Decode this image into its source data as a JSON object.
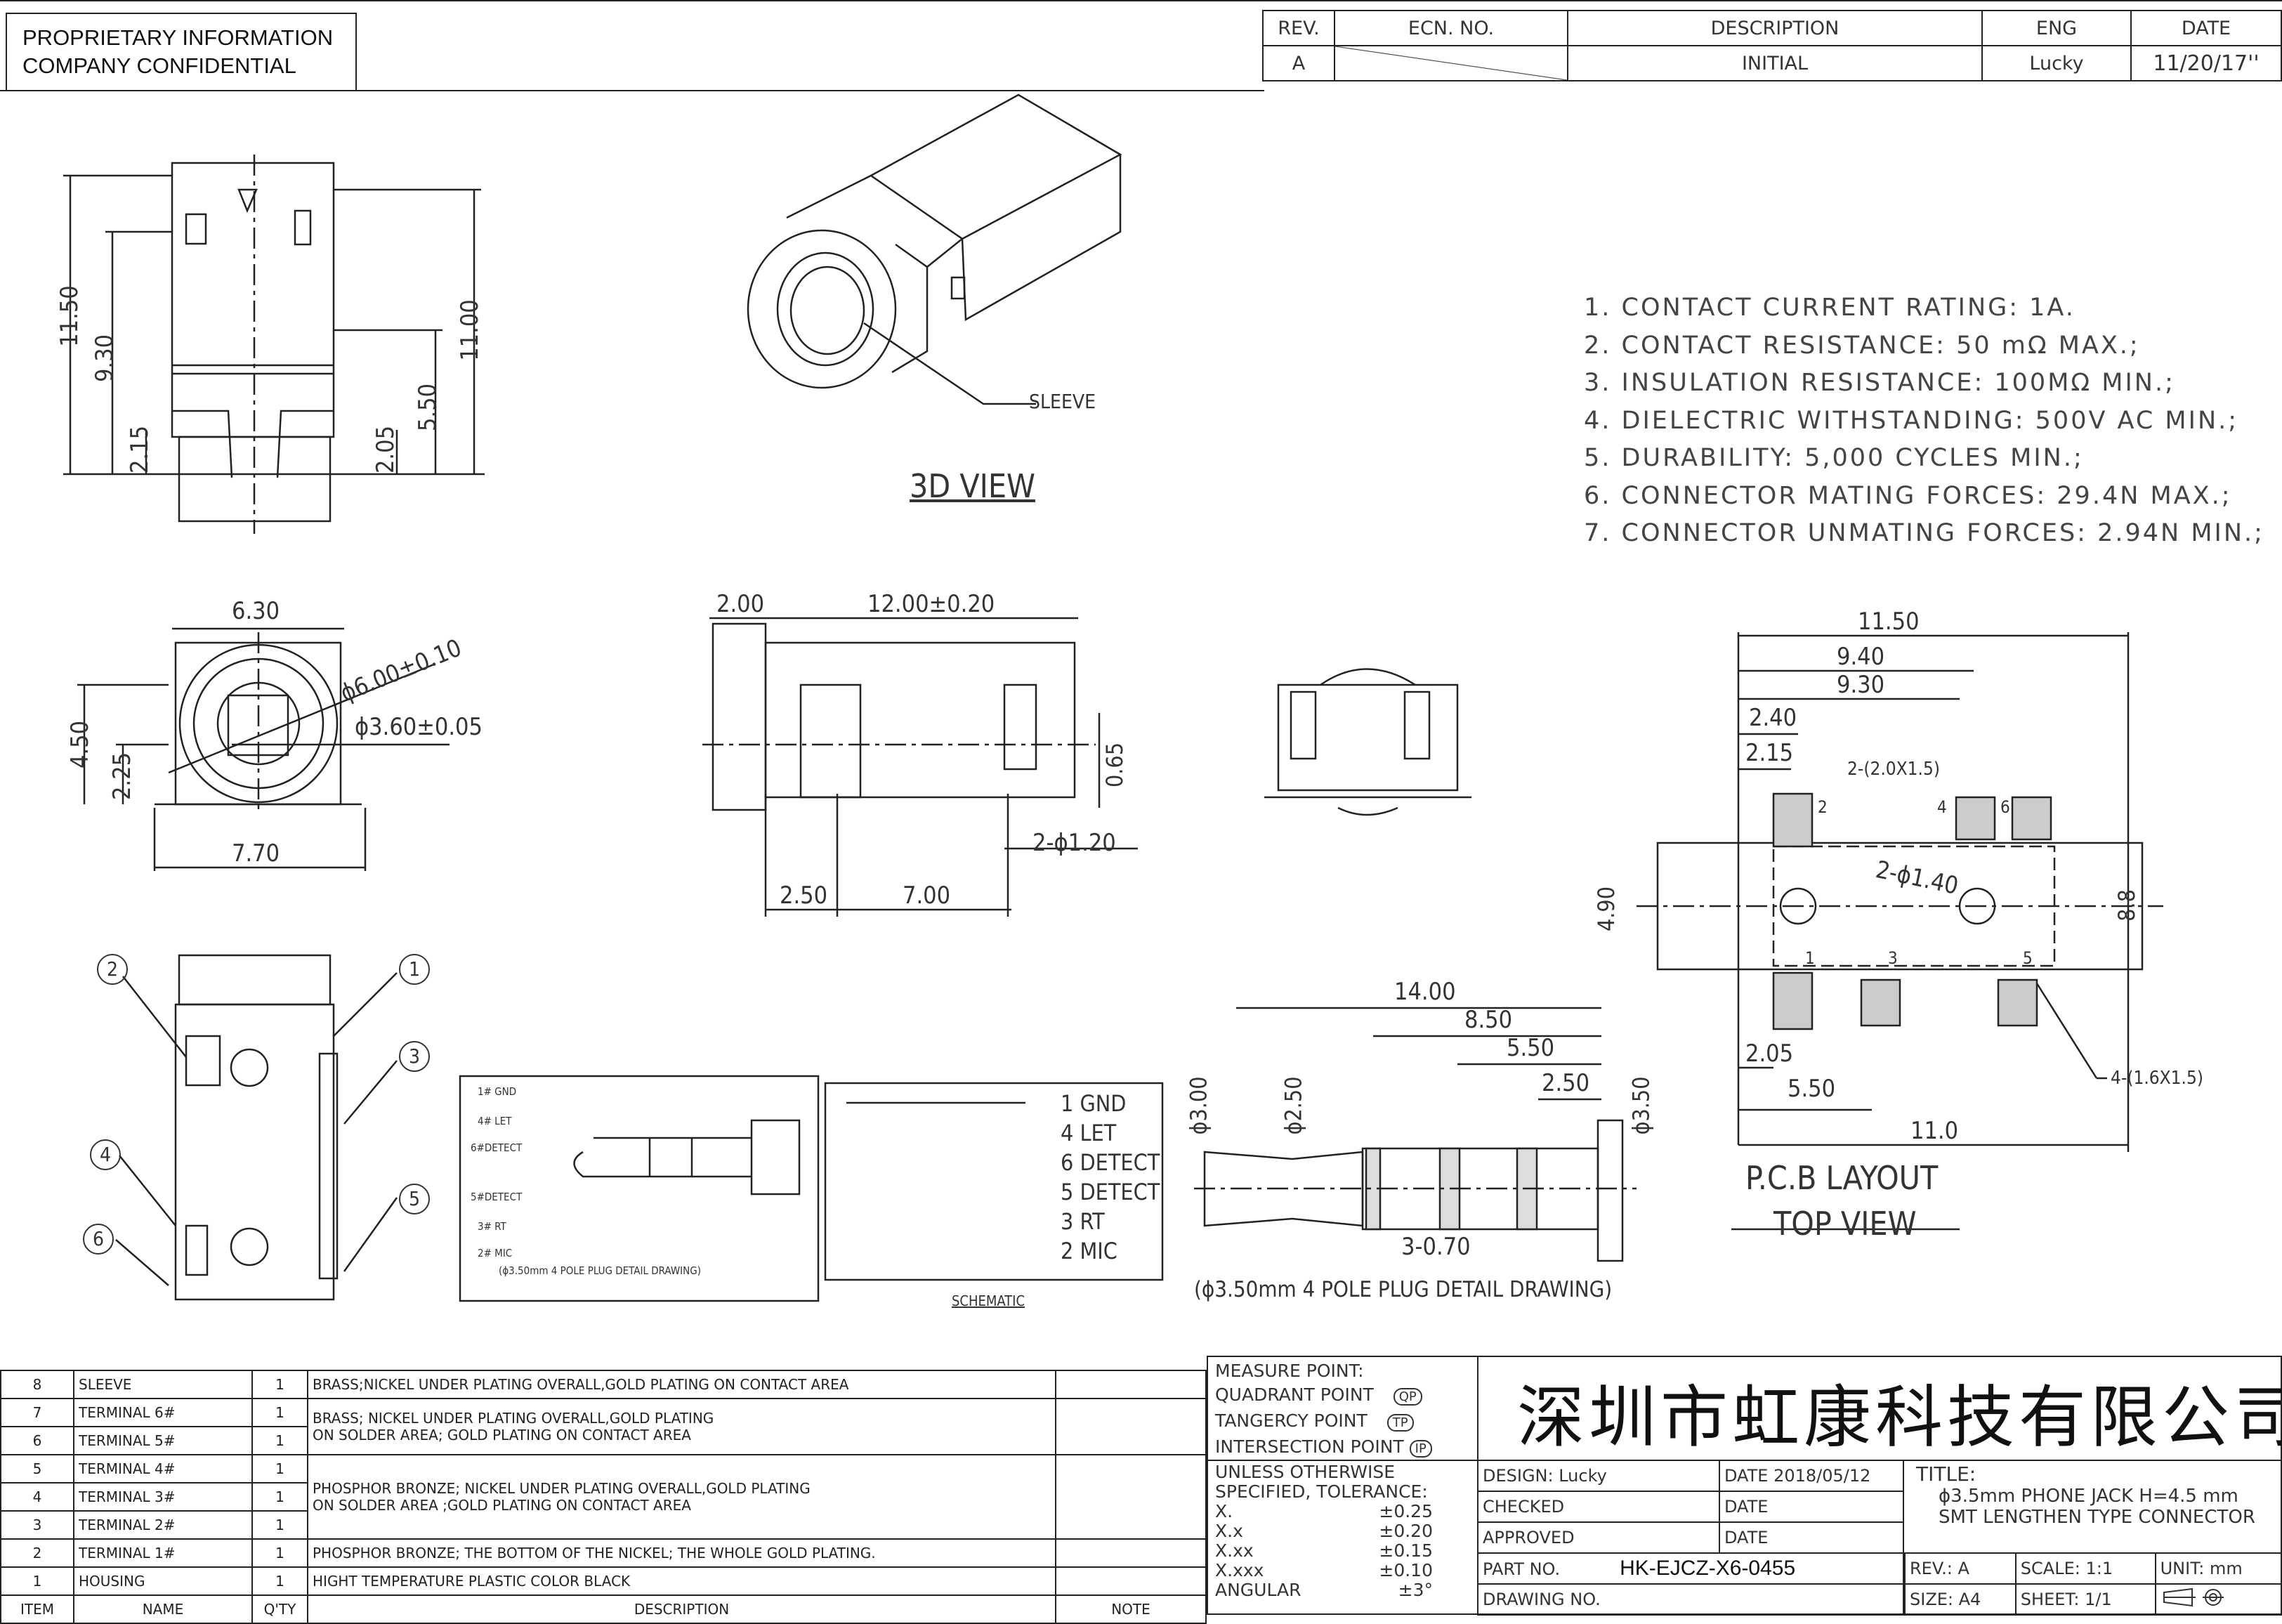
{
  "header": {
    "proprietary_line1": "PROPRIETARY INFORMATION",
    "proprietary_line2": "COMPANY CONFIDENTIAL"
  },
  "revision_table": {
    "headers": [
      "REV.",
      "ECN. NO.",
      "DESCRIPTION",
      "ENG",
      "DATE"
    ],
    "row": {
      "rev": "A",
      "ecn": "",
      "description": "INITIAL",
      "eng": "Lucky",
      "date": "11/20/17''"
    }
  },
  "notes": [
    "1. CONTACT CURRENT RATING: 1A.",
    "2. CONTACT RESISTANCE: 50 mΩ MAX.;",
    "3. INSULATION RESISTANCE: 100MΩ MIN.;",
    "4. DIELECTRIC WITHSTANDING: 500V AC MIN.;",
    "5. DURABILITY: 5,000 CYCLES MIN.;",
    "6. CONNECTOR MATING FORCES: 29.4N  MAX.;",
    "7. CONNECTOR UNMATING FORCES: 2.94N MIN.;"
  ],
  "views": {
    "view3d": "3D VIEW",
    "sleeve": "SLEEVE",
    "top_dims": {
      "d1": "11.50",
      "d2": "9.30",
      "d3": "11.00",
      "d4": "5.50",
      "d5": "2.15",
      "d6": "2.05"
    },
    "front_dims": {
      "w1": "6.30",
      "w2": "7.70",
      "h1": "4.50",
      "h2": "2.25",
      "dia1": "ϕ6.00±0.10",
      "dia2": "ϕ3.60±0.05"
    },
    "side_dims": {
      "a": "2.00",
      "b": "12.00±0.20",
      "c": "0.65",
      "d": "2.50",
      "e": "7.00",
      "f": "2-ϕ1.20"
    },
    "pcb": {
      "w1": "11.50",
      "w2": "9.40",
      "w3": "9.30",
      "w4": "2.40",
      "w5": "2.15",
      "pad2": "2-(2.0X1.5)",
      "hole": "2-ϕ1.40",
      "h1": "4.90",
      "h2": "8.8",
      "pad4": "4-(1.6X1.5)",
      "b1": "2.05",
      "b2": "5.50",
      "b3": "11.0",
      "pins": [
        "1",
        "2",
        "3",
        "4",
        "5",
        "6"
      ],
      "title": "P.C.B LAYOUT",
      "subtitle": "TOP VIEW"
    },
    "plug": {
      "len": "14.00",
      "l2": "8.50",
      "l3": "5.50",
      "l4": "2.50",
      "dia_a": "ϕ3.00",
      "dia_b": "ϕ2.50",
      "dia_c": "ϕ3.50",
      "seg": "3-0.70",
      "caption": "(ϕ3.50mm 4 POLE PLUG DETAIL DRAWING)"
    },
    "callouts": [
      "1",
      "2",
      "3",
      "4",
      "5",
      "6"
    ],
    "plug_detail": {
      "pins": [
        "1# GND",
        "4# LET",
        "6#DETECT",
        "5#DETECT",
        "3# RT",
        "2# MIC"
      ],
      "caption": "(ϕ3.50mm 4 POLE PLUG DETAIL DRAWING)"
    },
    "schematic": {
      "pins": [
        "1 GND",
        "4 LET",
        "6 DETECT",
        "5 DETECT",
        "3 RT",
        "2 MIC"
      ],
      "label": "SCHEMATIC"
    }
  },
  "bom": {
    "rows": [
      {
        "item": "8",
        "name": "SLEEVE",
        "qty": "1"
      },
      {
        "item": "7",
        "name": "TERMINAL 6#",
        "qty": "1"
      },
      {
        "item": "6",
        "name": "TERMINAL 5#",
        "qty": "1"
      },
      {
        "item": "5",
        "name": "TERMINAL 4#",
        "qty": "1"
      },
      {
        "item": "4",
        "name": "TERMINAL 3#",
        "qty": "1"
      },
      {
        "item": "3",
        "name": "TERMINAL 2#",
        "qty": "1"
      },
      {
        "item": "2",
        "name": "TERMINAL 1#",
        "qty": "1"
      },
      {
        "item": "1",
        "name": "HOUSING",
        "qty": "1"
      }
    ],
    "desc_sleeve": "BRASS;NICKEL UNDER PLATING OVERALL,GOLD PLATING ON CONTACT AREA",
    "desc_67_a": "BRASS; NICKEL UNDER PLATING OVERALL,GOLD PLATING",
    "desc_67_b": "ON SOLDER AREA; GOLD PLATING ON CONTACT AREA",
    "desc_345_a": "PHOSPHOR BRONZE; NICKEL UNDER PLATING OVERALL,GOLD PLATING",
    "desc_345_b": "ON SOLDER AREA ;GOLD PLATING ON CONTACT AREA",
    "desc_t1": "PHOSPHOR BRONZE; THE BOTTOM OF THE NICKEL; THE WHOLE GOLD PLATING.",
    "desc_housing": "HIGHT TEMPERATURE PLASTIC   COLOR BLACK",
    "headers": [
      "ITEM",
      "NAME",
      "Q'TY",
      "DESCRIPTION",
      "NOTE"
    ]
  },
  "title_block": {
    "measure": "MEASURE POINT:",
    "quadrant": "QUADRANT POINT",
    "qp": "QP",
    "tangency": "TANGERCY POINT",
    "tp": "TP",
    "intersection": "INTERSECTION POINT",
    "ip": "IP",
    "company": "深圳市虹康科技有限公司",
    "tol_line1": "UNLESS OTHERWISE",
    "tol_line2": "SPECIFIED, TOLERANCE:",
    "tols": [
      {
        "k": "X.",
        "v": "±0.25"
      },
      {
        "k": "X.x",
        "v": "±0.20"
      },
      {
        "k": "X.xx",
        "v": "±0.15"
      },
      {
        "k": "X.xxx",
        "v": "±0.10"
      },
      {
        "k": "ANGULAR",
        "v": "±3°"
      }
    ],
    "design": "DESIGN: Lucky",
    "design_date": "DATE 2018/05/12",
    "checked": "CHECKED",
    "checked_date": "DATE",
    "approved": "APPROVED",
    "approved_date": "DATE",
    "part_label": "PART NO.",
    "part_no": "HK-EJCZ-X6-0455",
    "drawing": "DRAWING NO.",
    "title_label": "TITLE:",
    "title1": "ϕ3.5mm PHONE JACK H=4.5 mm",
    "title2": "SMT LENGTHEN TYPE CONNECTOR",
    "rev": "REV.: A",
    "scale": "SCALE: 1:1",
    "unit": "UNIT: mm",
    "size": "SIZE: A4",
    "sheet": "SHEET: 1/1"
  }
}
